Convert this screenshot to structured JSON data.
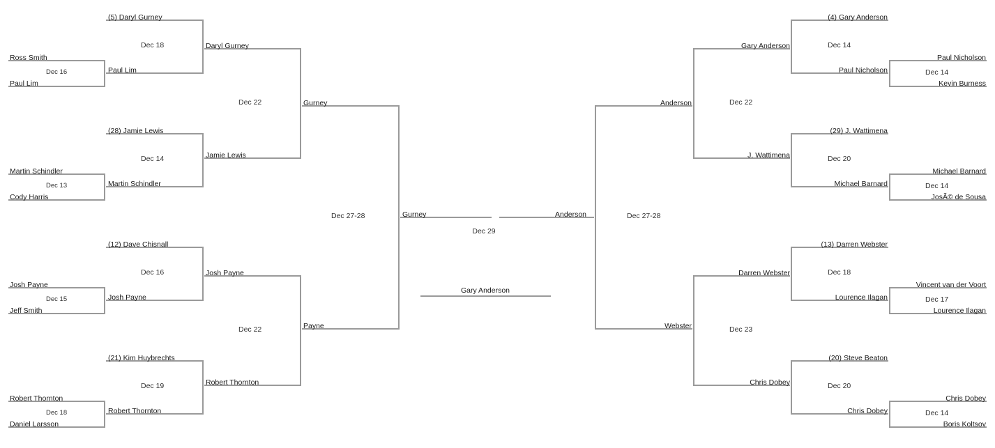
{
  "left": {
    "round1": [
      {
        "top": "Ross Smith",
        "bottom": "Paul Lim",
        "date": "Dec 16"
      },
      {
        "top": "Martin Schindler",
        "bottom": "Cody Harris",
        "date": "Dec 13"
      },
      {
        "top": "Josh Payne",
        "bottom": "Jeff Smith",
        "date": "Dec 15"
      },
      {
        "top": "Robert Thornton",
        "bottom": "Daniel Larsson",
        "date": "Dec 18"
      }
    ],
    "round2": [
      {
        "top": "(5) Daryl Gurney",
        "bottom": "Paul Lim",
        "date": "Dec 18"
      },
      {
        "top": "(28) Jamie Lewis",
        "bottom": "Martin Schindler",
        "date": "Dec 14"
      },
      {
        "top": "(12) Dave Chisnall",
        "bottom": "Josh Payne",
        "date": "Dec 16"
      },
      {
        "top": "(21) Kim Huybrechts",
        "bottom": "Robert Thornton",
        "date": "Dec 19"
      }
    ],
    "round3": [
      {
        "top": "Daryl Gurney",
        "bottom": "Jamie Lewis",
        "date": "Dec 22"
      },
      {
        "top": "Josh Payne",
        "bottom": "Robert Thornton",
        "date": "Dec 22"
      }
    ],
    "round4": {
      "top": "Gurney",
      "bottom": "Payne",
      "date": "Dec 27-28"
    },
    "finalist": "Gurney"
  },
  "right": {
    "round1": [
      {
        "top": "Paul Nicholson",
        "bottom": "Kevin Burness",
        "date": "Dec 14"
      },
      {
        "top": "Michael Barnard",
        "bottom": "JosÃ© de Sousa",
        "date": "Dec 14"
      },
      {
        "top": "Vincent van der Voort",
        "bottom": "Lourence Ilagan",
        "date": "Dec 17"
      },
      {
        "top": "Chris Dobey",
        "bottom": "Boris Koltsov",
        "date": "Dec 14"
      }
    ],
    "round2": [
      {
        "top": "(4) Gary Anderson",
        "bottom": "Paul Nicholson",
        "date": "Dec 14"
      },
      {
        "top": "(29) J. Wattimena",
        "bottom": "Michael Barnard",
        "date": "Dec 20"
      },
      {
        "top": "(13) Darren Webster",
        "bottom": "Lourence Ilagan",
        "date": "Dec 18"
      },
      {
        "top": "(20) Steve Beaton",
        "bottom": "Chris Dobey",
        "date": "Dec 20"
      }
    ],
    "round3": [
      {
        "top": "Gary Anderson",
        "bottom": "J. Wattimena",
        "date": "Dec 22"
      },
      {
        "top": "Darren Webster",
        "bottom": "Chris Dobey",
        "date": "Dec 23"
      }
    ],
    "round4": {
      "top": "Anderson",
      "bottom": "Webster",
      "date": "Dec 27-28"
    },
    "finalist": "Anderson"
  },
  "final": {
    "date": "Dec 29",
    "champion": "Gary Anderson"
  },
  "colors": {
    "line": "#9a9a9a",
    "text": "#1a1a1a"
  }
}
